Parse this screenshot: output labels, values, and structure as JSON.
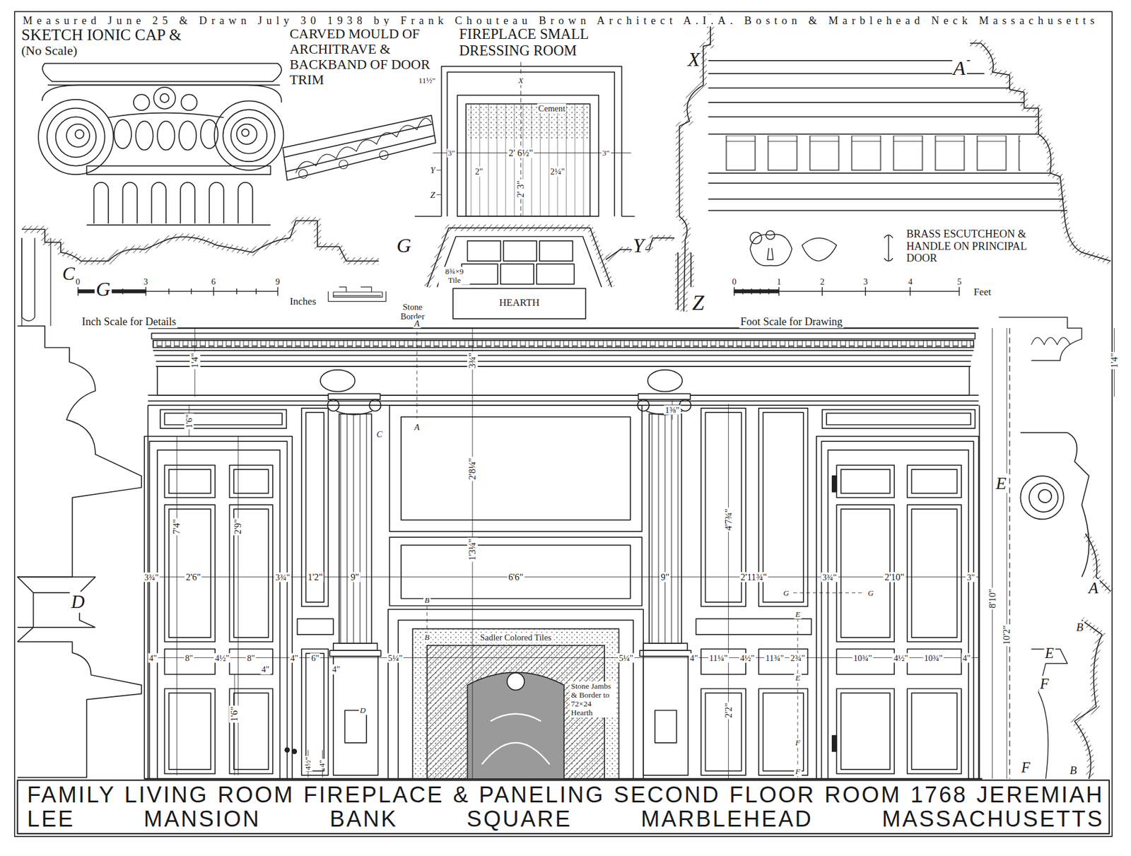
{
  "diagram": {
    "title": "FAMILY LIVING ROOM FIREPLACE & PANELING SECOND FLOOR ROOM 1768 JEREMIAH LEE MANSION BANK SQUARE MARBLEHEAD MASSACHUSETTS",
    "labels": [
      "Measured June 25 & Drawn July 30 1938 by Frank Chouteau Brown Architect A.I.A. Boston & Marblehead Neck Massachusetts",
      "SKETCH IONIC CAP &",
      "(No Scale)",
      "CARVED MOULD OF ARCHITRAVE & BACKBAND OF DOOR TRIM",
      "FIREPLACE SMALL DRESSING ROOM",
      "X",
      "A",
      "11½\"",
      "X",
      "Cement",
      "2' 6½\"",
      "3\"",
      "3\"",
      "2\"",
      "2¼\"",
      "2' 3\"",
      "Y",
      "Z",
      "C",
      "G",
      "G",
      "Y",
      "8¾×9 Tile",
      "HEARTH",
      "Stone Border",
      "0",
      "3",
      "6",
      "9",
      "Inches",
      "Inch Scale for Details",
      "Z",
      "0",
      "1",
      "2",
      "3",
      "4",
      "5",
      "Feet",
      "Foot Scale for Drawing",
      "BRASS ESCUTCHEON & HANDLE ON PRINCIPAL DOOR",
      "A",
      "1'4\"",
      "3¾\"",
      "1'4\"",
      "A",
      "C",
      "1⅜\"",
      "1'6\"",
      "2'9\"",
      "7'4\"",
      "2'8¼\"",
      "1'3¼\"",
      "4'7¾\"",
      "2'2\"",
      "8'10\"",
      "10'2\"",
      "1'6\"",
      "3¾\"",
      "2'6\"",
      "3¾\"",
      "1'2\"",
      "9\"",
      "6'6\"",
      "9\"",
      "2'11¾\"",
      "3¾\"",
      "2'10\"",
      "3\"",
      "4\"",
      "8\"",
      "4½\"",
      "8\"",
      "4\"",
      "4\"",
      "6\"",
      "4\"",
      "5¼\"",
      "5¼\"",
      "4\"",
      "11¼\"",
      "4½\"",
      "11¾\"",
      "2¾\"",
      "10¾\"",
      "4½\"",
      "10¾\"",
      "4\"",
      "Sadler Colored Tiles",
      "Stone Jambs & Border to 72×24 Hearth",
      "B",
      "B",
      "D",
      "E",
      "E",
      "F",
      "F",
      "G",
      "G",
      "D",
      "E",
      "A",
      "B",
      "E",
      "F",
      "F",
      "B",
      "4½\"",
      "4\""
    ]
  }
}
